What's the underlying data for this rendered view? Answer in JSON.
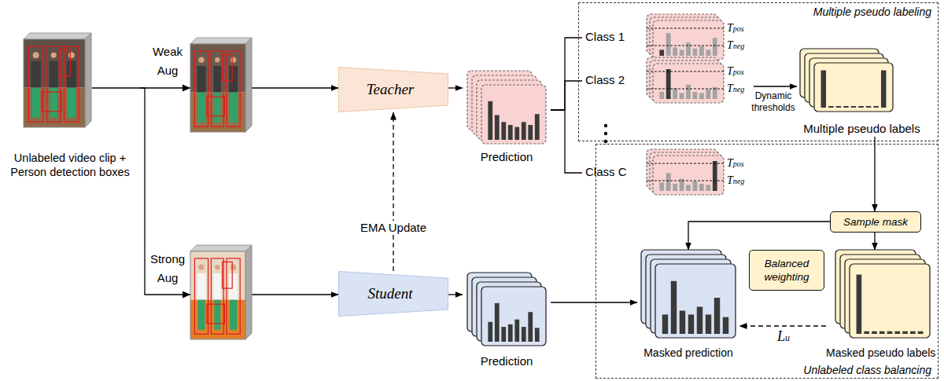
{
  "diagram": {
    "nodes": [
      {
        "text": [
          "Unlabeled video clip + Person detection boxes"
        ]
      },
      {
        "text": [
          "Teacher"
        ]
      },
      {
        "text": [
          "Student"
        ]
      },
      {
        "text": [
          "Prediction"
        ]
      },
      {
        "text": [
          "Prediction"
        ]
      },
      {
        "text": [
          "Multiple pseudo labeling"
        ]
      },
      {
        "text": [
          "Class 1",
          "Tpos",
          "Tneg"
        ],
        "in": 5
      },
      {
        "text": [
          "Class 2",
          "Tpos",
          "Tneg"
        ],
        "in": 5
      },
      {
        "text": [
          "Class C",
          "Tpos",
          "Tneg"
        ],
        "in": 5
      },
      {
        "text": [
          "Multiple pseudo labels"
        ],
        "in": 5
      },
      {
        "text": [
          "Unlabeled class balancing"
        ]
      },
      {
        "text": [
          "Sample mask"
        ],
        "in": 10
      },
      {
        "text": [
          "Balanced weighting"
        ],
        "in": 10
      },
      {
        "text": [
          "Masked prediction"
        ],
        "in": 10
      },
      {
        "text": [
          "Masked pseudo labels"
        ],
        "in": 10
      }
    ],
    "edges": [
      {
        "from": 0,
        "to": 1,
        "arrow": "to",
        "label": "Weak Aug"
      },
      {
        "from": 0,
        "to": 2,
        "arrow": "to",
        "label": "Strong Aug"
      },
      {
        "from": 2,
        "to": 1,
        "arrow": "to",
        "label": "EMA Update"
      },
      {
        "from": 1,
        "to": 3,
        "arrow": "to"
      },
      {
        "from": 2,
        "to": 4,
        "arrow": "to"
      },
      {
        "from": 3,
        "to": 6,
        "arrow": "none"
      },
      {
        "from": 3,
        "to": 7,
        "arrow": "none"
      },
      {
        "from": 3,
        "to": 8,
        "arrow": "none"
      },
      {
        "from": 7,
        "to": 9,
        "arrow": "to",
        "label": "Dynamic thresholds"
      },
      {
        "from": 9,
        "to": 11,
        "arrow": "to"
      },
      {
        "from": 11,
        "to": 13,
        "arrow": "to"
      },
      {
        "from": 11,
        "to": 14,
        "arrow": "to"
      },
      {
        "from": 4,
        "to": 13,
        "arrow": "to"
      },
      {
        "from": 14,
        "to": 13,
        "arrow": "to",
        "label": "Lu"
      }
    ]
  }
}
